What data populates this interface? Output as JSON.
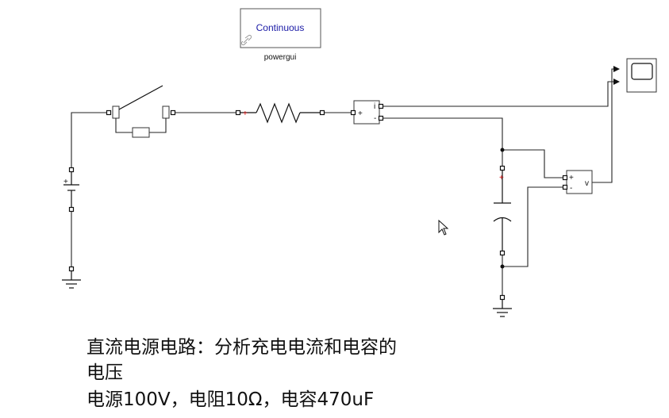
{
  "powergui": {
    "mode_label": "Continuous",
    "name": "powergui"
  },
  "current_meter": {
    "plus": "+",
    "minus": "-",
    "signal": "i"
  },
  "voltage_meter": {
    "plus": "+",
    "minus": "-",
    "signal": "v"
  },
  "battery": {
    "plus": "+"
  },
  "capacitor": {
    "plus": "+"
  },
  "resistor": {
    "plus": "+"
  },
  "annotation": {
    "line1": "直流电源电路：分析充电电流和电容的",
    "line2": "电压",
    "line3": "电源100V，电阻10Ω，电容470uF"
  },
  "colors": {
    "powergui_text": "#1a1aa6",
    "polarity_mark": "#cc0000"
  }
}
